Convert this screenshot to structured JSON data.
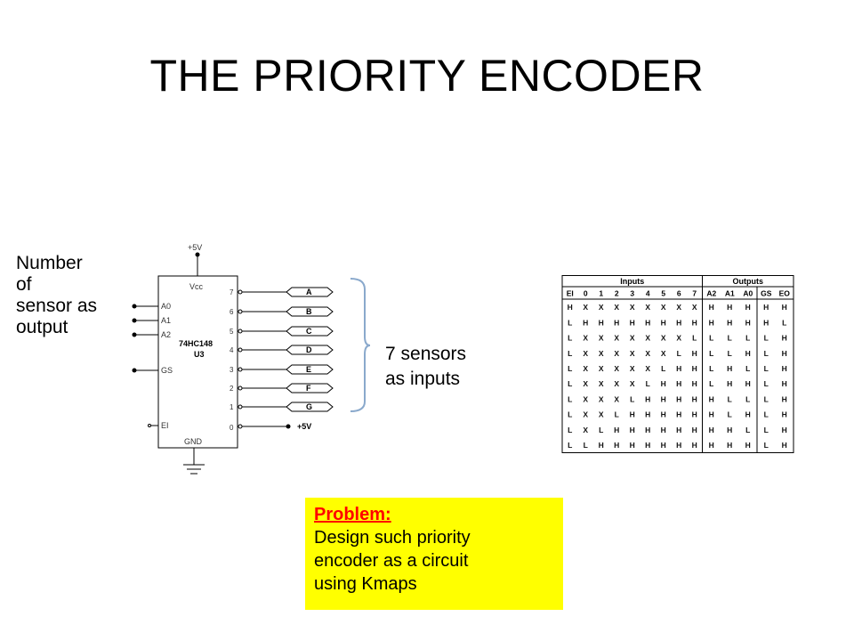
{
  "slide": {
    "title": "THE PRIORITY ENCODER",
    "side_label": [
      "Number",
      "of",
      "sensor as",
      "output"
    ],
    "sensor_label": [
      "7 sensors",
      "as inputs"
    ],
    "problem": {
      "heading": "Problem:",
      "text": [
        "Design such priority",
        "encoder as a circuit",
        "using Kmaps"
      ]
    }
  },
  "circuit": {
    "supply_label": "+5V",
    "vcc_label": "Vcc",
    "gnd_label": "GND",
    "chip_name": "74HC148",
    "chip_ref": "U3",
    "left_pins": [
      "A0",
      "A1",
      "A2",
      "GS",
      "EI"
    ],
    "right_pin_numbers": [
      "7",
      "6",
      "5",
      "4",
      "3",
      "2",
      "1",
      "0"
    ],
    "input_connectors": [
      "A",
      "B",
      "C",
      "D",
      "E",
      "F",
      "G"
    ],
    "pin0_label": "+5V"
  },
  "truth_table": {
    "group_headers": [
      "Inputs",
      "Outputs"
    ],
    "input_columns": [
      "EI",
      "0",
      "1",
      "2",
      "3",
      "4",
      "5",
      "6",
      "7"
    ],
    "output_columns": [
      "A2",
      "A1",
      "A0",
      "GS",
      "EO"
    ],
    "rows": [
      [
        "H",
        "X",
        "X",
        "X",
        "X",
        "X",
        "X",
        "X",
        "X",
        "H",
        "H",
        "H",
        "H",
        "H"
      ],
      [
        "L",
        "H",
        "H",
        "H",
        "H",
        "H",
        "H",
        "H",
        "H",
        "H",
        "H",
        "H",
        "H",
        "L"
      ],
      [
        "L",
        "X",
        "X",
        "X",
        "X",
        "X",
        "X",
        "X",
        "L",
        "L",
        "L",
        "L",
        "L",
        "H"
      ],
      [
        "L",
        "X",
        "X",
        "X",
        "X",
        "X",
        "X",
        "L",
        "H",
        "L",
        "L",
        "H",
        "L",
        "H"
      ],
      [
        "L",
        "X",
        "X",
        "X",
        "X",
        "X",
        "L",
        "H",
        "H",
        "L",
        "H",
        "L",
        "L",
        "H"
      ],
      [
        "L",
        "X",
        "X",
        "X",
        "X",
        "L",
        "H",
        "H",
        "H",
        "L",
        "H",
        "H",
        "L",
        "H"
      ],
      [
        "L",
        "X",
        "X",
        "X",
        "L",
        "H",
        "H",
        "H",
        "H",
        "H",
        "L",
        "L",
        "L",
        "H"
      ],
      [
        "L",
        "X",
        "X",
        "L",
        "H",
        "H",
        "H",
        "H",
        "H",
        "H",
        "L",
        "H",
        "L",
        "H"
      ],
      [
        "L",
        "X",
        "L",
        "H",
        "H",
        "H",
        "H",
        "H",
        "H",
        "H",
        "H",
        "L",
        "L",
        "H"
      ],
      [
        "L",
        "L",
        "H",
        "H",
        "H",
        "H",
        "H",
        "H",
        "H",
        "H",
        "H",
        "H",
        "L",
        "H"
      ]
    ]
  }
}
